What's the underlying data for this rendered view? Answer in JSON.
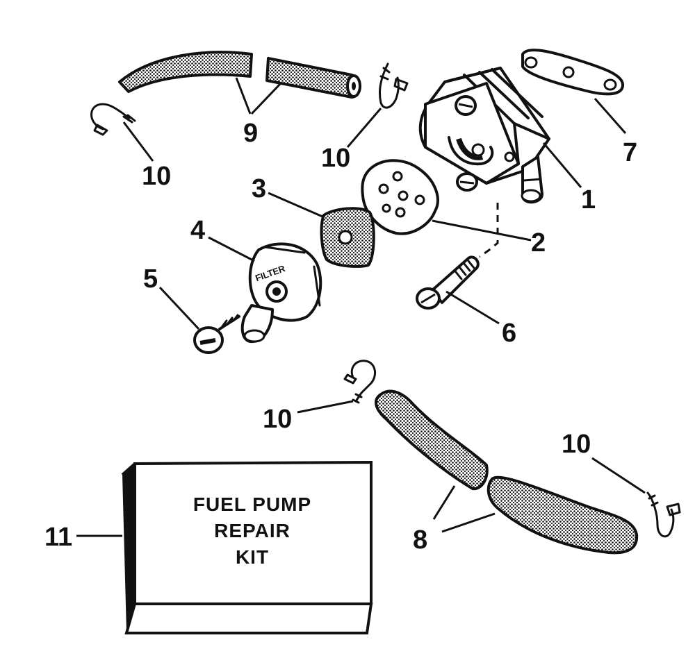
{
  "callouts": {
    "c1": "1",
    "c2": "2",
    "c3": "3",
    "c4": "4",
    "c5": "5",
    "c6": "6",
    "c7": "7",
    "c8": "8",
    "c9": "9",
    "c10": "10",
    "c11": "11"
  },
  "parts": {
    "filter_label": "FILTER"
  },
  "kit": {
    "line1": "FUEL PUMP",
    "line2": "REPAIR",
    "line3": "KIT"
  }
}
